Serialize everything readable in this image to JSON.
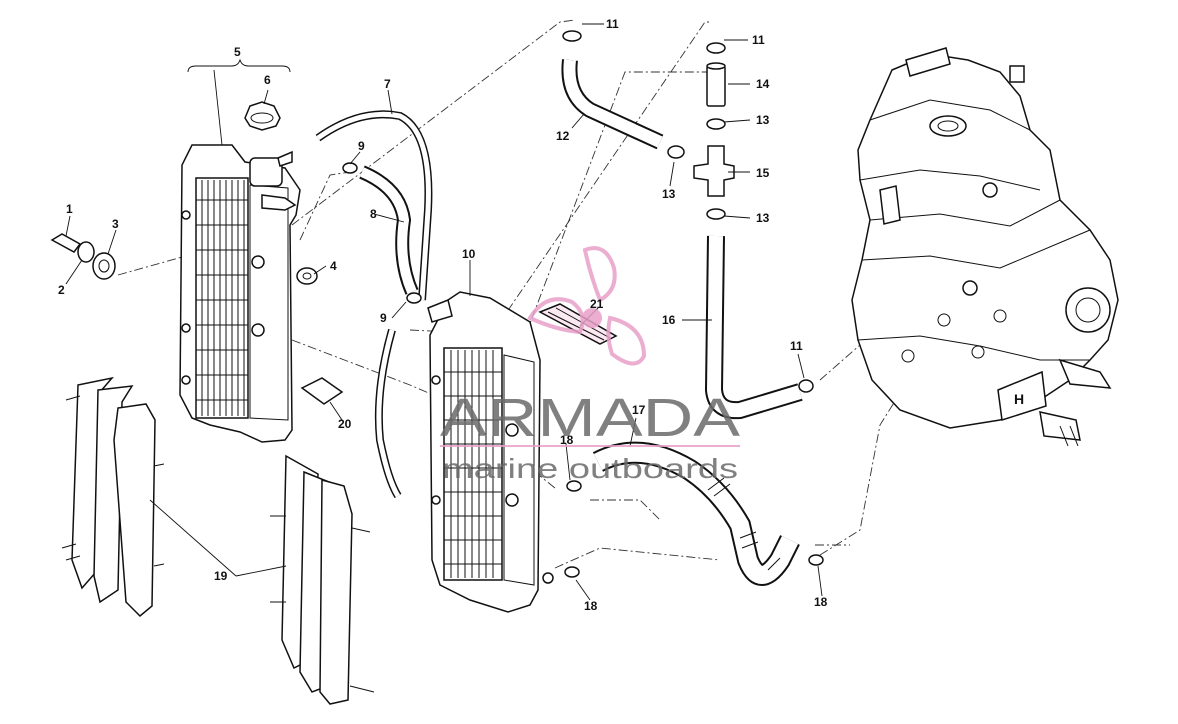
{
  "callouts": [
    {
      "id": "c1",
      "label": "1"
    },
    {
      "id": "c2",
      "label": "2"
    },
    {
      "id": "c3",
      "label": "3"
    },
    {
      "id": "c4",
      "label": "4"
    },
    {
      "id": "c5",
      "label": "5"
    },
    {
      "id": "c6",
      "label": "6"
    },
    {
      "id": "c7",
      "label": "7"
    },
    {
      "id": "c8",
      "label": "8"
    },
    {
      "id": "c9a",
      "label": "9"
    },
    {
      "id": "c9b",
      "label": "9"
    },
    {
      "id": "c10",
      "label": "10"
    },
    {
      "id": "c11a",
      "label": "11"
    },
    {
      "id": "c11b",
      "label": "11"
    },
    {
      "id": "c11c",
      "label": "11"
    },
    {
      "id": "c12",
      "label": "12"
    },
    {
      "id": "c13a",
      "label": "13"
    },
    {
      "id": "c13b",
      "label": "13"
    },
    {
      "id": "c13c",
      "label": "13"
    },
    {
      "id": "c14",
      "label": "14"
    },
    {
      "id": "c15",
      "label": "15"
    },
    {
      "id": "c16",
      "label": "16"
    },
    {
      "id": "c17",
      "label": "17"
    },
    {
      "id": "c18a",
      "label": "18"
    },
    {
      "id": "c18b",
      "label": "18"
    },
    {
      "id": "c18c",
      "label": "18"
    },
    {
      "id": "c19",
      "label": "19"
    },
    {
      "id": "c20",
      "label": "20"
    },
    {
      "id": "c21",
      "label": "21"
    }
  ],
  "watermark": {
    "brand": "ARMADA",
    "tagline": "marine outboards",
    "logo_color": "#e8a0c8",
    "text_color": "#6a6a6a"
  },
  "engine_badge": "H"
}
